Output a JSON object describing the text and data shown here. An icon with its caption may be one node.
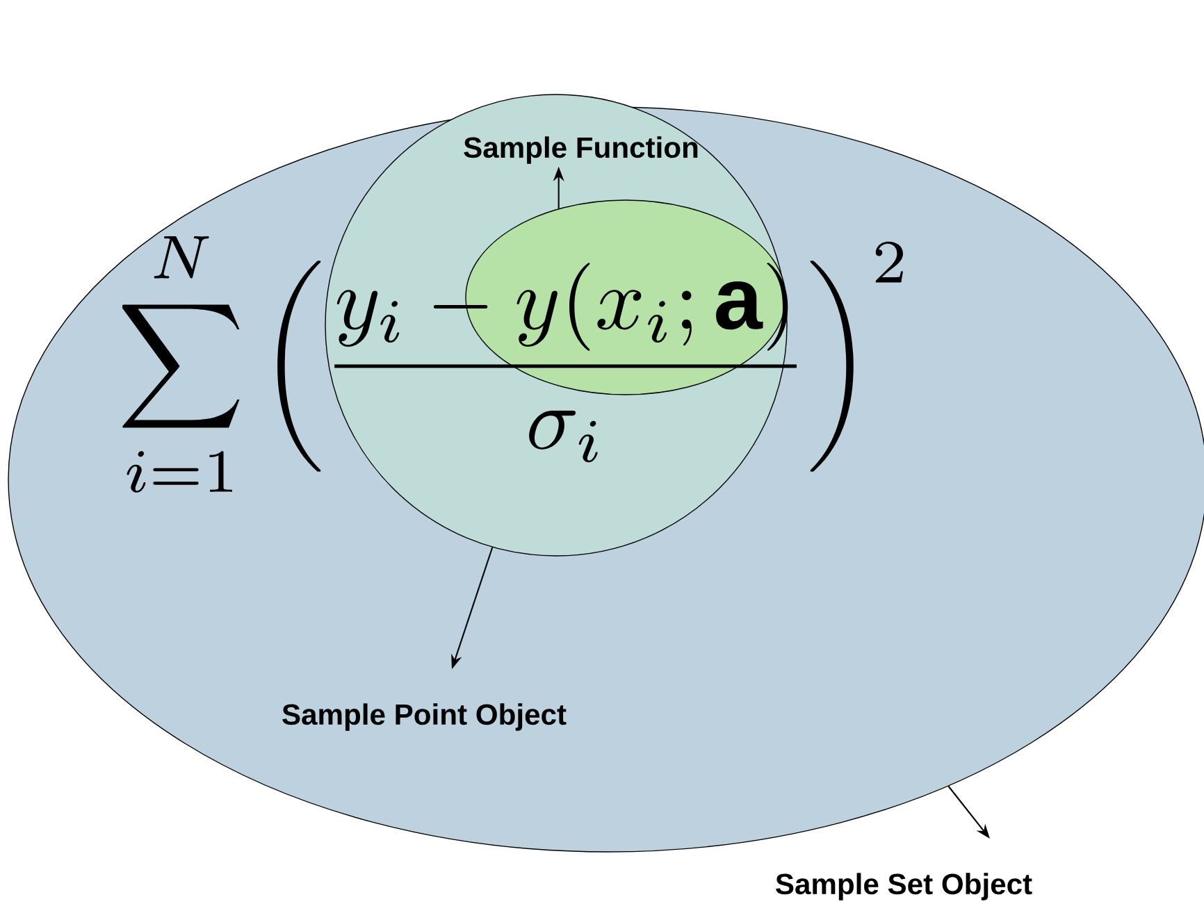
{
  "diagram": {
    "nodes": [
      {
        "text": [],
        "shape": "ellipse"
      },
      {
        "text": [],
        "shape": "circle",
        "in": 0
      },
      {
        "text": [],
        "shape": "ellipse",
        "in": 1
      },
      {
        "text": [
          "Sample Function"
        ],
        "in": 1
      },
      {
        "text": [
          "Sample Point Object"
        ],
        "in": 0
      },
      {
        "text": [
          "Sample Set Object"
        ]
      }
    ],
    "edges": [
      {
        "from": 2,
        "to": 3,
        "arrow": "to"
      },
      {
        "from": 1,
        "to": 4,
        "arrow": "to"
      },
      {
        "from": 0,
        "to": 5,
        "arrow": "to"
      }
    ],
    "labels": [
      "\\sum_{i=1}^{N}\\left(\\frac{y_i-y(x_i;\\mathbf{a})}{\\sigma_i}\\right)^2"
    ]
  }
}
